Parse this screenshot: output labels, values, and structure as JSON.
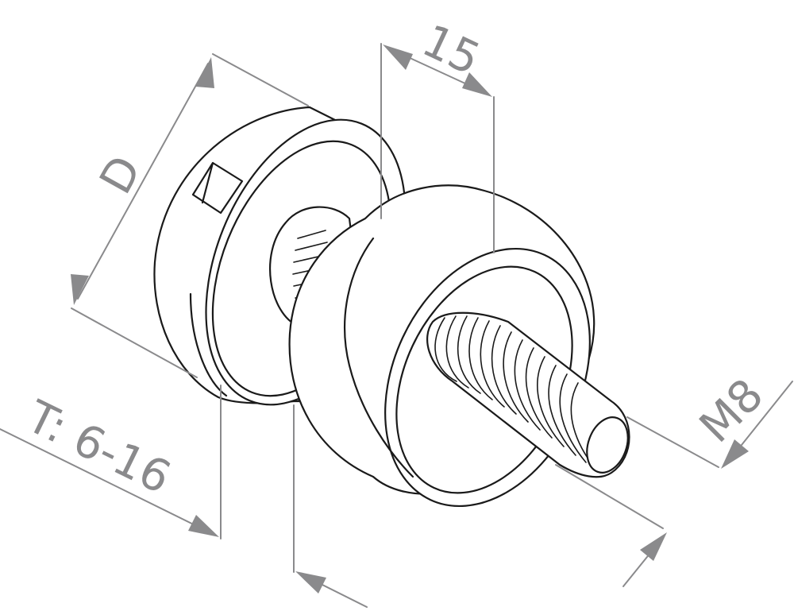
{
  "dimensions": {
    "diameter_label": "D",
    "length_label": "15",
    "thread_label": "M8",
    "thickness_label": "T: 6-16"
  },
  "colors": {
    "outline": "#1a1a1a",
    "dimension": "#8a8a8c",
    "background": "#ffffff"
  }
}
